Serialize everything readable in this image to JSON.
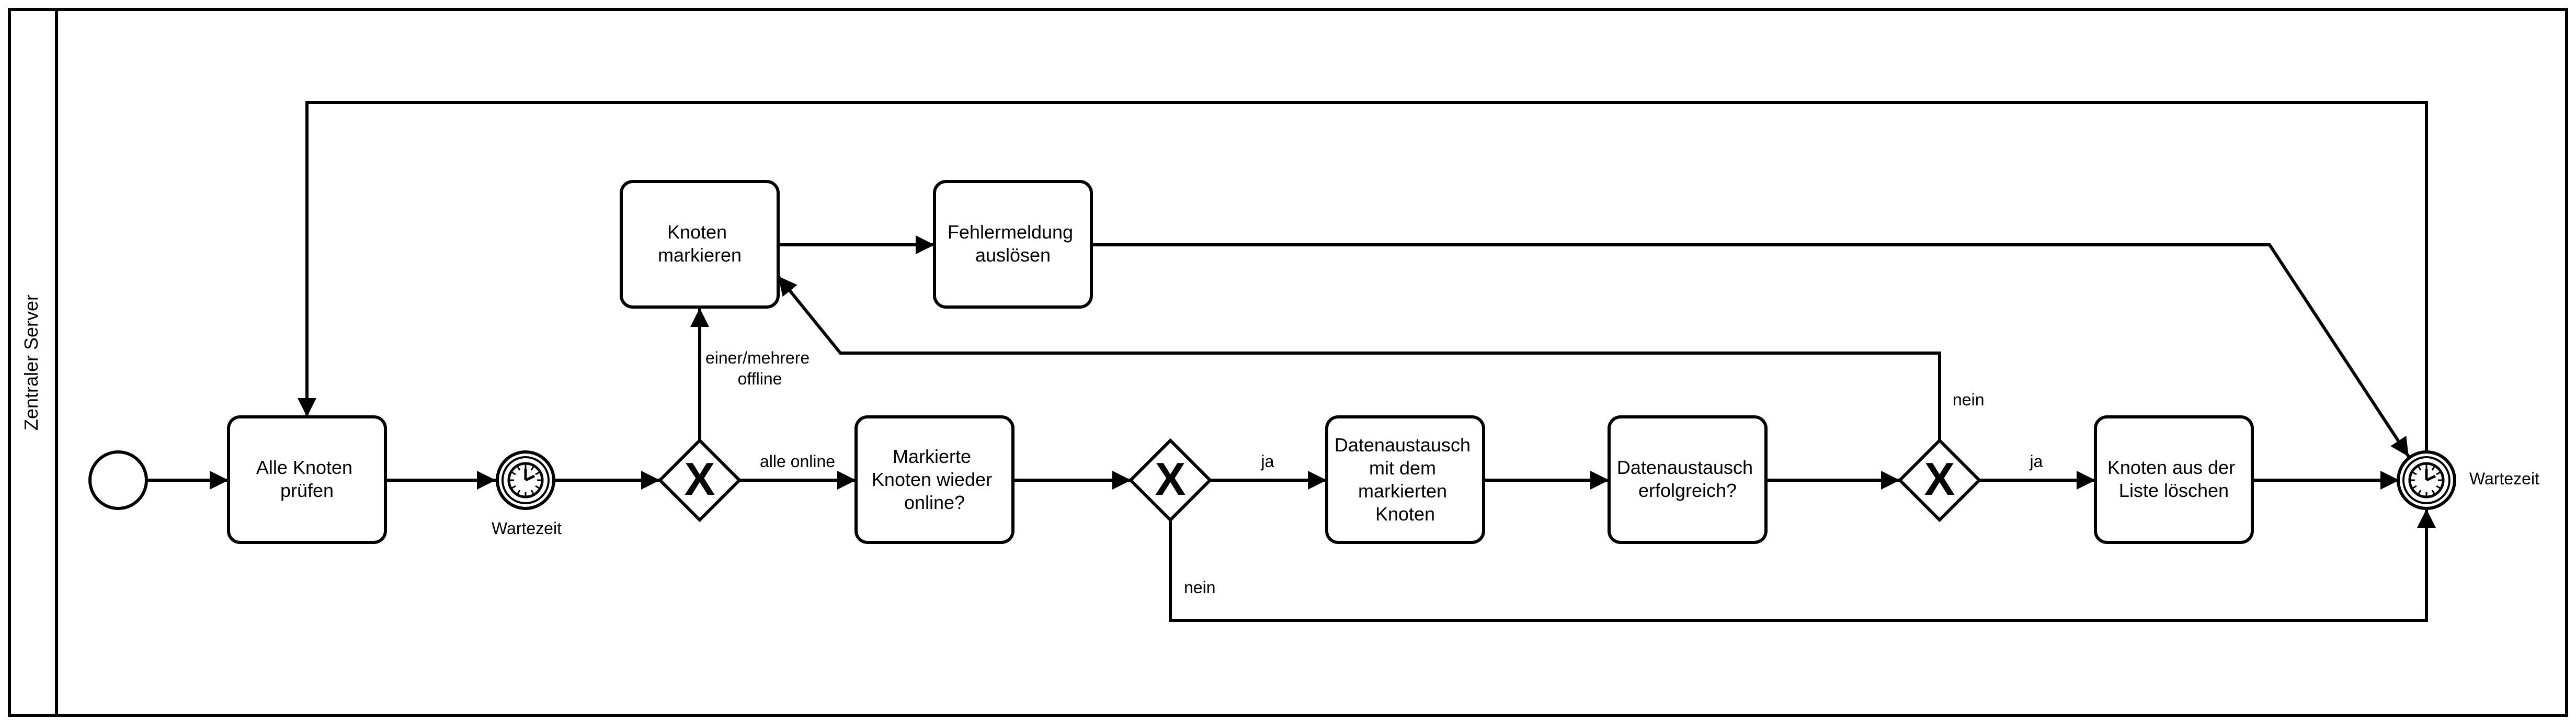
{
  "pool": {
    "label": "Zentraler Server"
  },
  "tasks": {
    "alle_knoten_pruefen": [
      "Alle Knoten",
      "prüfen"
    ],
    "knoten_markieren": [
      "Knoten",
      "markieren"
    ],
    "fehlermeldung_ausloesen": [
      "Fehlermeldung",
      "auslösen"
    ],
    "markierte_knoten_online": [
      "Markierte",
      "Knoten wieder",
      "online?"
    ],
    "datenaustausch_markierte": [
      "Datenaustausch",
      "mit dem",
      "markierten",
      "Knoten"
    ],
    "datenaustausch_erfolgreich": [
      "Datenaustausch",
      "erfolgreich?"
    ],
    "knoten_loeschen": [
      "Knoten aus der",
      "Liste löschen"
    ]
  },
  "timers": {
    "wait_1": "Wartezeit",
    "wait_2": "Wartezeit"
  },
  "gateway_symbol": "X",
  "edge_labels": {
    "offline": [
      "einer/mehrere",
      "offline"
    ],
    "alle_online": "alle online",
    "ja_1": "ja",
    "nein_1": "nein",
    "nein_2": "nein",
    "ja_2": "ja"
  },
  "icons": {
    "start_event": "circle",
    "timer_event": "clock-icon",
    "gateway": "exclusive-gateway-x"
  },
  "colors": {
    "stroke": "#000000",
    "fill": "#ffffff"
  }
}
